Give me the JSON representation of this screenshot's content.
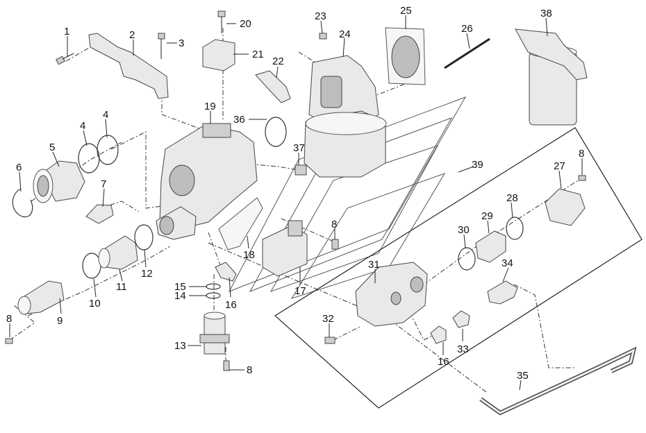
{
  "callouts": [
    {
      "id": "c1",
      "text": "1"
    },
    {
      "id": "c2",
      "text": "2"
    },
    {
      "id": "c3",
      "text": "3"
    },
    {
      "id": "c4a",
      "text": "4"
    },
    {
      "id": "c4b",
      "text": "4"
    },
    {
      "id": "c5",
      "text": "5"
    },
    {
      "id": "c6",
      "text": "6"
    },
    {
      "id": "c7",
      "text": "7"
    },
    {
      "id": "c8a",
      "text": "8"
    },
    {
      "id": "c8b",
      "text": "8"
    },
    {
      "id": "c8c",
      "text": "8"
    },
    {
      "id": "c8d",
      "text": "8"
    },
    {
      "id": "c9",
      "text": "9"
    },
    {
      "id": "c10",
      "text": "10"
    },
    {
      "id": "c11",
      "text": "11"
    },
    {
      "id": "c12",
      "text": "12"
    },
    {
      "id": "c13",
      "text": "13"
    },
    {
      "id": "c14",
      "text": "14"
    },
    {
      "id": "c15",
      "text": "15"
    },
    {
      "id": "c16a",
      "text": "16"
    },
    {
      "id": "c16b",
      "text": "16"
    },
    {
      "id": "c17",
      "text": "17"
    },
    {
      "id": "c18",
      "text": "18"
    },
    {
      "id": "c19",
      "text": "19"
    },
    {
      "id": "c20",
      "text": "20"
    },
    {
      "id": "c21",
      "text": "21"
    },
    {
      "id": "c22",
      "text": "22"
    },
    {
      "id": "c23",
      "text": "23"
    },
    {
      "id": "c24",
      "text": "24"
    },
    {
      "id": "c25",
      "text": "25"
    },
    {
      "id": "c26",
      "text": "26"
    },
    {
      "id": "c27",
      "text": "27"
    },
    {
      "id": "c28",
      "text": "28"
    },
    {
      "id": "c29",
      "text": "29"
    },
    {
      "id": "c30",
      "text": "30"
    },
    {
      "id": "c31",
      "text": "31"
    },
    {
      "id": "c32",
      "text": "32"
    },
    {
      "id": "c33",
      "text": "33"
    },
    {
      "id": "c34",
      "text": "34"
    },
    {
      "id": "c35",
      "text": "35"
    },
    {
      "id": "c36",
      "text": "36"
    },
    {
      "id": "c37",
      "text": "37"
    },
    {
      "id": "c38",
      "text": "38"
    },
    {
      "id": "c39",
      "text": "39"
    }
  ]
}
